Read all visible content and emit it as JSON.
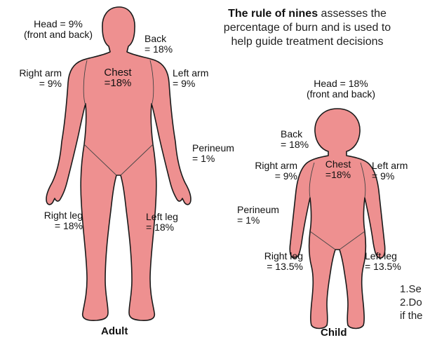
{
  "intro": {
    "bold": "The rule of nines",
    "line1": " assesses the",
    "line2": "percentage of burn and is used to",
    "line3": "help guide treatment decisions"
  },
  "adult": {
    "title": "Adult",
    "head": {
      "line1": "Head = 9%",
      "line2": "(front and back)"
    },
    "back": {
      "line1": "Back",
      "line2": "= 18%"
    },
    "chest": {
      "line1": "Chest",
      "line2": "=18%"
    },
    "right_arm": {
      "line1": "Right arm",
      "line2": "= 9%"
    },
    "left_arm": {
      "line1": "Left arm",
      "line2": "= 9%"
    },
    "perineum": {
      "line1": "Perineum",
      "line2": "= 1%"
    },
    "right_leg": {
      "line1": "Right leg",
      "line2": "= 18%"
    },
    "left_leg": {
      "line1": "Left leg",
      "line2": "= 18%"
    }
  },
  "child": {
    "title": "Child",
    "head": {
      "line1": "Head = 18%",
      "line2": "(front and back)"
    },
    "back": {
      "line1": "Back",
      "line2": "= 18%"
    },
    "chest": {
      "line1": "Chest",
      "line2": "=18%"
    },
    "right_arm": {
      "line1": "Right arm",
      "line2": "= 9%"
    },
    "left_arm": {
      "line1": "Left arm",
      "line2": "= 9%"
    },
    "perineum": {
      "line1": "Perineum",
      "line2": "= 1%"
    },
    "right_leg": {
      "line1": "Right leg",
      "line2": "= 13.5%"
    },
    "left_leg": {
      "line1": "Left leg",
      "line2": "= 13.5%"
    }
  },
  "notes": {
    "line1": "1.Se",
    "line2": "2.Do",
    "line3": "if the"
  },
  "colors": {
    "body_fill": "#ee9090",
    "outline": "#1a1a1a",
    "divider": "#444444"
  }
}
